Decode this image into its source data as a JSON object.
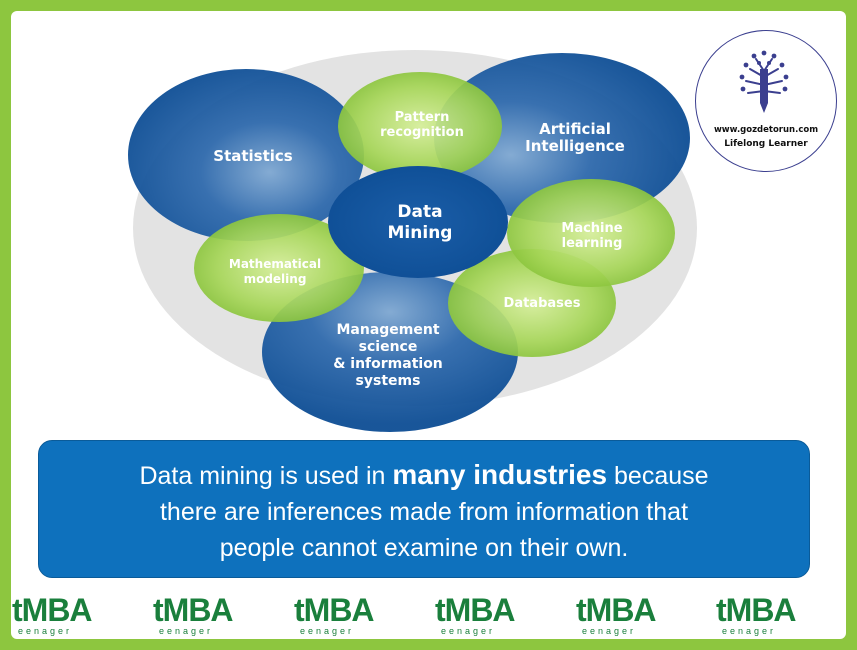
{
  "diagram": {
    "nodes": {
      "statistics": "Statistics",
      "pattern": [
        "Pattern",
        "recognition"
      ],
      "ai": [
        "Artificial",
        "Intelligence"
      ],
      "data_mining": [
        "Data",
        "Mining"
      ],
      "machine_learning": [
        "Machine",
        "learning"
      ],
      "math_modeling": [
        "Mathematical",
        "modeling"
      ],
      "databases": "Databases",
      "management": [
        "Management",
        "science",
        "& information",
        "systems"
      ]
    },
    "colors": {
      "blue_dark": "#0d4d94",
      "blue_light": "#6f9cc8",
      "green_light": "#c8e87a",
      "green_dark": "#78b82a",
      "background_oval": "#e3e3e3"
    }
  },
  "logo": {
    "url": "www.gozdetorun.com",
    "tagline": "Lifelong Learner",
    "icon": "tree-pencil-icon"
  },
  "caption": {
    "part1": "Data mining is used in ",
    "emphasis": "many industries",
    "part2": " because",
    "line2": "there are inferences made from information that",
    "line3": "people cannot examine on their own."
  },
  "branding": {
    "items": [
      "tMBA",
      "tMBA",
      "tMBA",
      "tMBA",
      "tMBA",
      "tMBA"
    ],
    "sub": "eenager"
  }
}
